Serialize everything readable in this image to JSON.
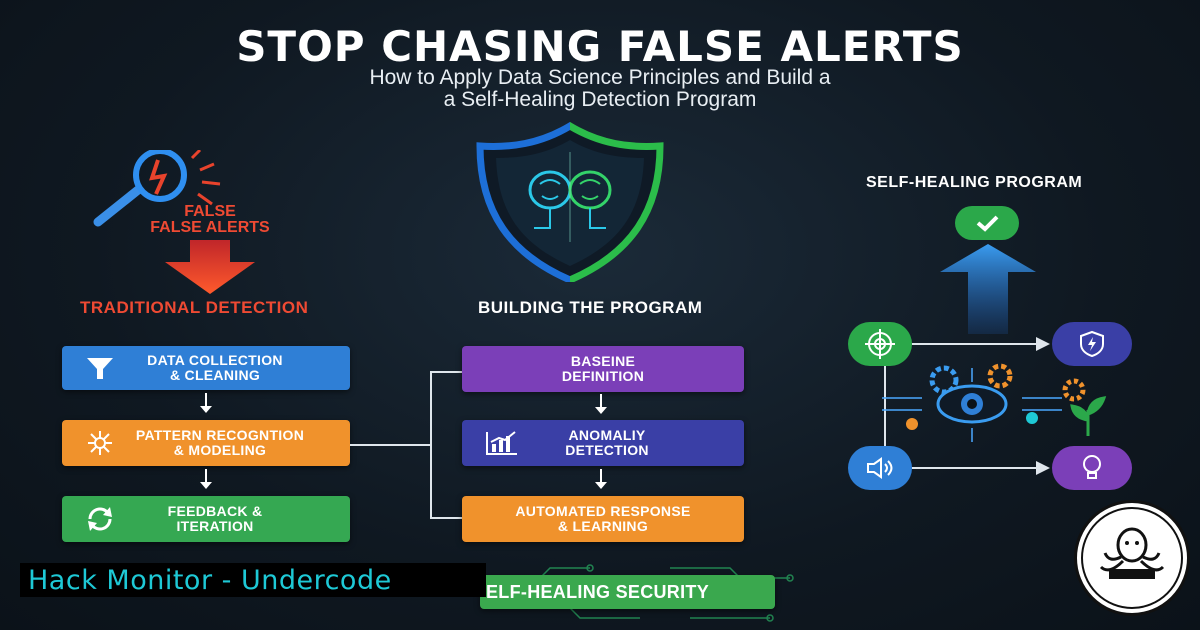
{
  "header": {
    "title": "STOP CHASING FALSE ALERTS",
    "subtitle_line1": "How to Apply Data Science Principles and Build a",
    "subtitle_line2": "a Self-Healing Detection Program"
  },
  "left": {
    "false_line1": "FALSE",
    "false_line2": "FALSE ALERTS",
    "section": "TRADITIONAL DETECTION",
    "steps": [
      {
        "label": "DATA COLLECTION\n& CLEANING",
        "icon": "funnel-icon"
      },
      {
        "label": "PATTERN RECOGNTION\n& MODELING",
        "icon": "network-icon"
      },
      {
        "label": "FEEDBACK &\nITERATION",
        "icon": "cycle-icon"
      }
    ]
  },
  "center": {
    "section": "BUILDING THE PROGRAM",
    "steps": [
      {
        "label": "BASEINE\nDEFINITION"
      },
      {
        "label": "ANOMALIY\nDETECTION",
        "icon": "chart-icon"
      },
      {
        "label": "AUTOMATED RESPONSE\n& LEARNING"
      }
    ],
    "footer": "ELF-HEALING SECURITY"
  },
  "right": {
    "section": "SELF-HEALING PROGRAM"
  },
  "watermark": {
    "text": "Hack Monitor - Undercode"
  },
  "colors": {
    "blue": "#2f7fd6",
    "orange": "#f0922c",
    "green": "#35a852",
    "purple": "#7b3fb8",
    "navy": "#3a3fa6",
    "red": "#e8432c",
    "cyan": "#1ec9d6"
  }
}
